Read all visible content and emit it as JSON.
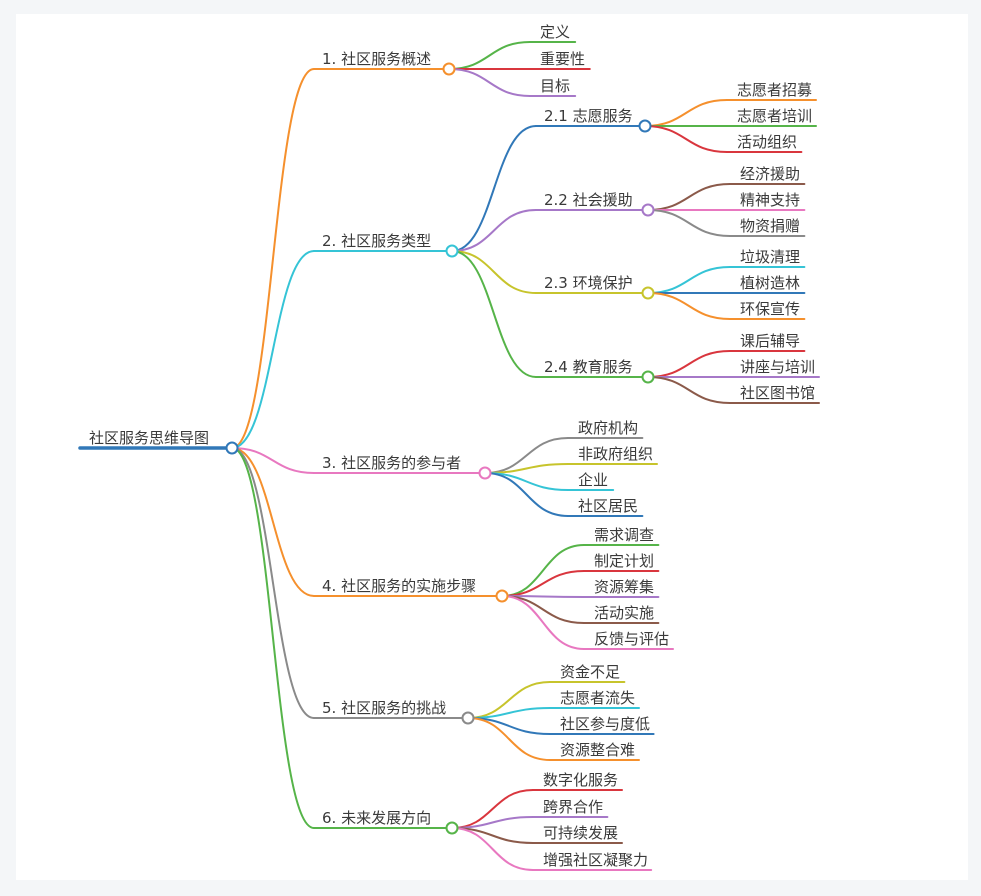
{
  "root": "社区服务思维导图",
  "branches": [
    {
      "label": "1. 社区服务概述",
      "color": "#f5902d",
      "children": [
        {
          "label": "定义",
          "color": "#56b449"
        },
        {
          "label": "重要性",
          "color": "#d9363e"
        },
        {
          "label": "目标",
          "color": "#a678c8"
        }
      ]
    },
    {
      "label": "2. 社区服务类型",
      "color": "#35c4d6",
      "children": [
        {
          "label": "2.1 志愿服务",
          "color": "#3178b8",
          "children": [
            {
              "label": "志愿者招募",
              "color": "#f5902d"
            },
            {
              "label": "志愿者培训",
              "color": "#56b449"
            },
            {
              "label": "活动组织",
              "color": "#d9363e"
            }
          ]
        },
        {
          "label": "2.2 社会援助",
          "color": "#a678c8",
          "children": [
            {
              "label": "经济援助",
              "color": "#8b5a4a"
            },
            {
              "label": "精神支持",
              "color": "#e878c0"
            },
            {
              "label": "物资捐赠",
              "color": "#8a8a8a"
            }
          ]
        },
        {
          "label": "2.3 环境保护",
          "color": "#c7c42c",
          "children": [
            {
              "label": "垃圾清理",
              "color": "#35c4d6"
            },
            {
              "label": "植树造林",
              "color": "#3178b8"
            },
            {
              "label": "环保宣传",
              "color": "#f5902d"
            }
          ]
        },
        {
          "label": "2.4 教育服务",
          "color": "#56b449",
          "children": [
            {
              "label": "课后辅导",
              "color": "#d9363e"
            },
            {
              "label": "讲座与培训",
              "color": "#a678c8"
            },
            {
              "label": "社区图书馆",
              "color": "#8b5a4a"
            }
          ]
        }
      ]
    },
    {
      "label": "3. 社区服务的参与者",
      "color": "#e878c0",
      "children": [
        {
          "label": "政府机构",
          "color": "#8a8a8a"
        },
        {
          "label": "非政府组织",
          "color": "#c7c42c"
        },
        {
          "label": "企业",
          "color": "#35c4d6"
        },
        {
          "label": "社区居民",
          "color": "#3178b8"
        }
      ]
    },
    {
      "label": "4. 社区服务的实施步骤",
      "color": "#f5902d",
      "children": [
        {
          "label": "需求调查",
          "color": "#56b449"
        },
        {
          "label": "制定计划",
          "color": "#d9363e"
        },
        {
          "label": "资源筹集",
          "color": "#a678c8"
        },
        {
          "label": "活动实施",
          "color": "#8b5a4a"
        },
        {
          "label": "反馈与评估",
          "color": "#e878c0"
        }
      ]
    },
    {
      "label": "5. 社区服务的挑战",
      "color": "#8a8a8a",
      "children": [
        {
          "label": "资金不足",
          "color": "#c7c42c"
        },
        {
          "label": "志愿者流失",
          "color": "#35c4d6"
        },
        {
          "label": "社区参与度低",
          "color": "#3178b8"
        },
        {
          "label": "资源整合难",
          "color": "#f5902d"
        }
      ]
    },
    {
      "label": "6. 未来发展方向",
      "color": "#56b449",
      "children": [
        {
          "label": "数字化服务",
          "color": "#d9363e"
        },
        {
          "label": "跨界合作",
          "color": "#a678c8"
        },
        {
          "label": "可持续发展",
          "color": "#8b5a4a"
        },
        {
          "label": "增强社区凝聚力",
          "color": "#e878c0"
        }
      ]
    }
  ]
}
